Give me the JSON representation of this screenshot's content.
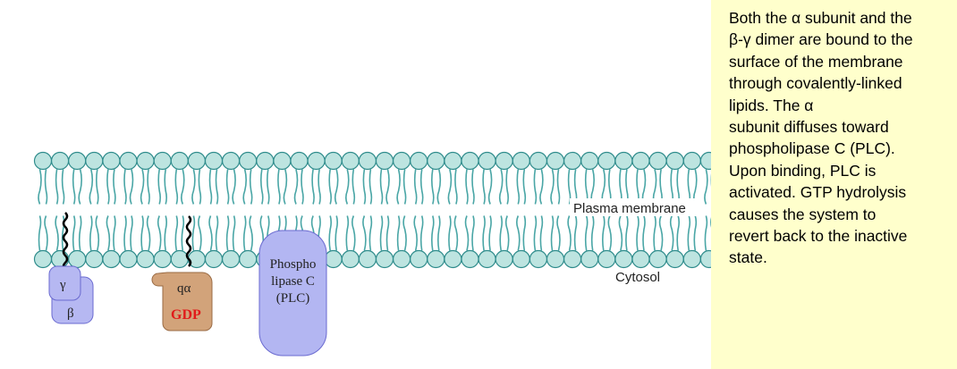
{
  "colors": {
    "membrane_head_fill": "#bde4e0",
    "membrane_head_stroke": "#2f8c8c",
    "lipid_tail": "#4aa6a6",
    "subunit_beta_gamma": "#b6b8f2",
    "subunit_alpha": "#d2a37a",
    "plc": "#b3b6f2",
    "gdp_text": "#e11b1b",
    "panel_background": "#ffffcc"
  },
  "labels": {
    "plasma_membrane": "Plasma membrane",
    "cytosol": "Cytosol",
    "gamma": "γ",
    "beta": "β",
    "q_alpha": "qα",
    "gdp": "GDP",
    "plc_line1": "Phospho",
    "plc_line2": "lipase C",
    "plc_line3": "(PLC)"
  },
  "panel": {
    "lines": [
      "Both the α subunit and the",
      "β-γ dimer are bound to the",
      "surface of the membrane",
      "through covalently-linked",
      "lipids. The α",
      "subunit diffuses toward",
      "phospholipase C (PLC).",
      "Upon binding, PLC is",
      "activated. GTP hydrolysis",
      "causes the system to",
      "revert back to the inactive",
      "state."
    ]
  }
}
